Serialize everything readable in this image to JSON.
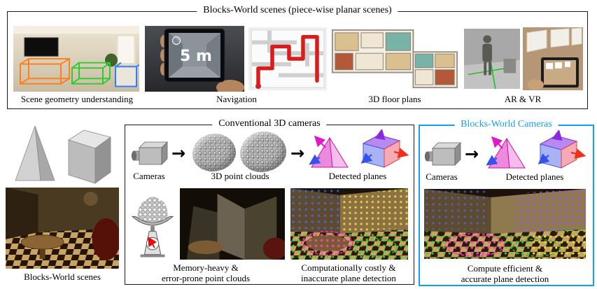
{
  "colors": {
    "accent_blue": "#14a0ee",
    "panel_border": "#1a1a1a"
  },
  "glyphs": {
    "arrow_right": "→"
  },
  "top_panel": {
    "title": "Blocks-World scenes (piece-wise planar scenes)",
    "phone_text": "5 m",
    "captions": {
      "scene_geometry": "Scene geometry understanding",
      "navigation": "Navigation",
      "floor_plans": "3D floor plans",
      "ar_vr": "AR & VR"
    }
  },
  "left_panel": {
    "caption": "Blocks-World scenes"
  },
  "conventional_panel": {
    "title": "Conventional 3D cameras",
    "labels": {
      "cameras": "Cameras",
      "point_clouds": "3D point clouds",
      "detected_planes": "Detected planes"
    },
    "captions": {
      "memory_line1": "Memory-heavy &",
      "memory_line2": "error-prone point clouds",
      "costly_line1": "Computationally costly &",
      "costly_line2": "inaccurate plane detection"
    }
  },
  "blocks_world_panel": {
    "title": "Blocks-World Cameras",
    "labels": {
      "cameras": "Cameras",
      "detected_planes": "Detected planes"
    },
    "captions": {
      "efficient_line1": "Compute efficient &",
      "efficient_line2": "accurate plane detection"
    }
  }
}
